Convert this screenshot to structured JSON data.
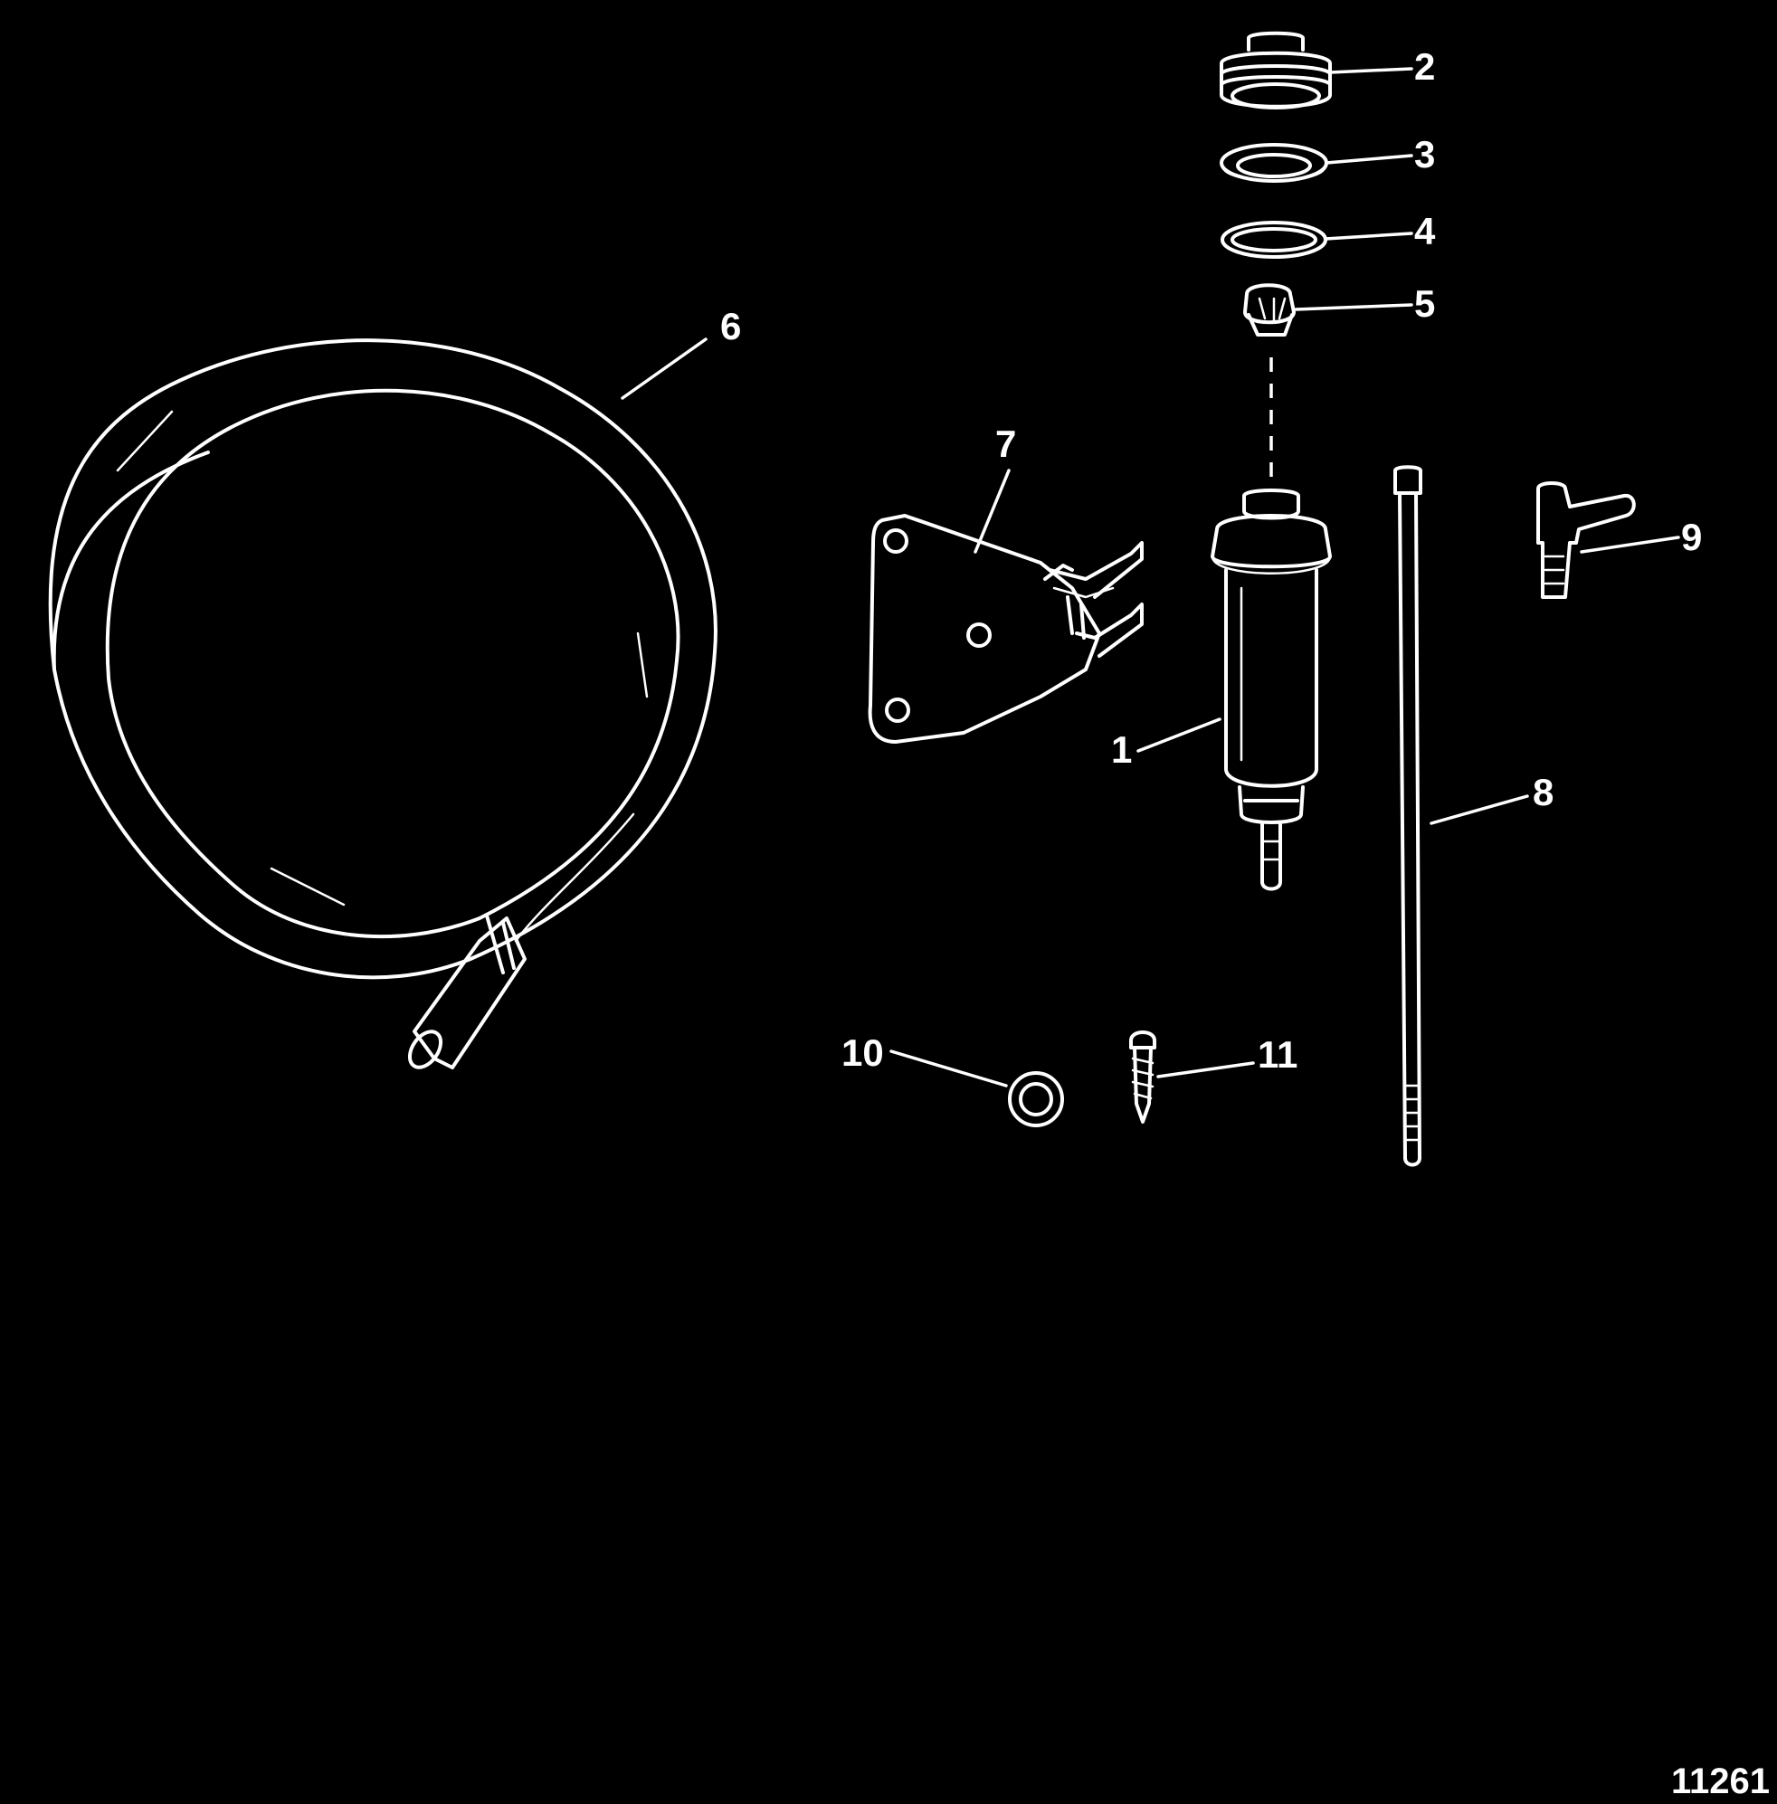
{
  "diagram": {
    "callouts": {
      "c1": "1",
      "c2": "2",
      "c3": "3",
      "c4": "4",
      "c5": "5",
      "c6": "6",
      "c7": "7",
      "c8": "8",
      "c9": "9",
      "c10": "10",
      "c11": "11"
    },
    "figure_number": "11261"
  },
  "colors": {
    "background": "#000000",
    "line": "#ffffff"
  },
  "parts": [
    {
      "callout": "1",
      "icon": "fuel-filter-icon"
    },
    {
      "callout": "2",
      "icon": "filter-cap-icon"
    },
    {
      "callout": "3",
      "icon": "seal-icon"
    },
    {
      "callout": "4",
      "icon": "o-ring-icon"
    },
    {
      "callout": "5",
      "icon": "grommet-icon"
    },
    {
      "callout": "6",
      "icon": "coiled-hose-icon"
    },
    {
      "callout": "7",
      "icon": "mounting-bracket-icon"
    },
    {
      "callout": "8",
      "icon": "cable-tie-icon"
    },
    {
      "callout": "9",
      "icon": "elbow-fitting-icon"
    },
    {
      "callout": "10",
      "icon": "washer-icon"
    },
    {
      "callout": "11",
      "icon": "screw-icon"
    }
  ]
}
